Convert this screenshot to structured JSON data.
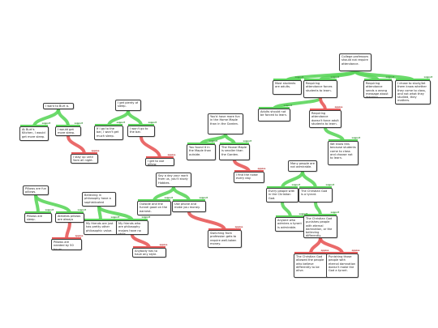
{
  "colors": {
    "support": "#5cd65c",
    "oppose": "#e85a5a",
    "border": "#3a3a3a"
  },
  "labels": {
    "support": "support",
    "oppose": "oppose"
  },
  "maps": [
    {
      "nodes": [
        {
          "id": "m1a",
          "text": "College professors should not require attendance."
        },
        {
          "id": "m1b",
          "text": "Most students are adults."
        },
        {
          "id": "m1c",
          "text": "Requiring attendance forces students to learn."
        },
        {
          "id": "m1d",
          "text": "Requiring attendance sends a wrong message about learning."
        },
        {
          "id": "m1e",
          "text": "I chose to study/let them know whether they come to class, and not what they studied, they matters."
        },
        {
          "id": "m1f",
          "text": "Adults should not be forced to learn."
        },
        {
          "id": "m1g",
          "text": "Requiring attendance doesn't force adult students to learn."
        },
        {
          "id": "m1h",
          "text": "We know this because students come to class and choose not to learn."
        }
      ]
    },
    {
      "nodes": [
        {
          "id": "m2a",
          "text": "I want to Burt a."
        },
        {
          "id": "m2b",
          "text": "At Burt's Kitchen, I would get more sleep."
        },
        {
          "id": "m2c",
          "text": "I would get more sleep."
        },
        {
          "id": "m2d",
          "text": "I stay up until 5am all night."
        }
      ]
    },
    {
      "nodes": [
        {
          "id": "m3a",
          "text": "I get plenty of sleep."
        },
        {
          "id": "m3b",
          "text": "If I go to the bar, I won't get much sleep."
        },
        {
          "id": "m3c",
          "text": "I won't go to the bar."
        },
        {
          "id": "m3d",
          "text": "I get to use pillow."
        }
      ]
    },
    {
      "nodes": [
        {
          "id": "m4a",
          "text": "You'd have more fun in the Home Maple than in the Garden."
        },
        {
          "id": "m4b",
          "text": "You found it in the Maple than outside."
        },
        {
          "id": "m4c",
          "text": "The House Maple is smaller than the Garden."
        },
        {
          "id": "m4d",
          "text": "I find the noise every day."
        }
      ]
    },
    {
      "nodes": [
        {
          "id": "m5a",
          "text": "Pillows are fun pillows."
        },
        {
          "id": "m5b",
          "text": "Pillows are sleep. Depressed."
        },
        {
          "id": "m5c",
          "text": "Athletes pillows are always depressed."
        },
        {
          "id": "m5d",
          "text": "Pillows are needed by 50 hours."
        }
      ]
    },
    {
      "nodes": [
        {
          "id": "m6a",
          "text": "Say a day your work from us, you'll study Hobbes."
        },
        {
          "id": "m6b",
          "text": "Believing in philosophy have a sophisticated"
        },
        {
          "id": "m6c",
          "text": "Outside and the funnel good on the earnest."
        },
        {
          "id": "m6d",
          "text": "Use phone and make you money."
        },
        {
          "id": "m6e",
          "text": "My friends are just has pretty other philosophic value."
        },
        {
          "id": "m6f",
          "text": "My friends who are philosophy majors have no style."
        },
        {
          "id": "m6g",
          "text": "Anybody has to have any style."
        },
        {
          "id": "m6h",
          "text": "Switching from profession gets to require well-taken money."
        }
      ]
    },
    {
      "nodes": [
        {
          "id": "m7a",
          "text": "Many people are not admirable."
        },
        {
          "id": "m7b",
          "text": "Every people with in the Christian God."
        },
        {
          "id": "m7c",
          "text": "The Christian God is a tyrant."
        },
        {
          "id": "m7d",
          "text": "Anyone who admires a tyrant is admirable."
        },
        {
          "id": "m7e",
          "text": "The Christian God punishes people with eternal damnation, or the believing differently."
        },
        {
          "id": "m7f",
          "text": "The Christian God allowed the people who believe differently to be alive."
        },
        {
          "id": "m7g",
          "text": "Punishing those people with eternal damnation doesn't make the God a tyrant."
        }
      ]
    }
  ]
}
